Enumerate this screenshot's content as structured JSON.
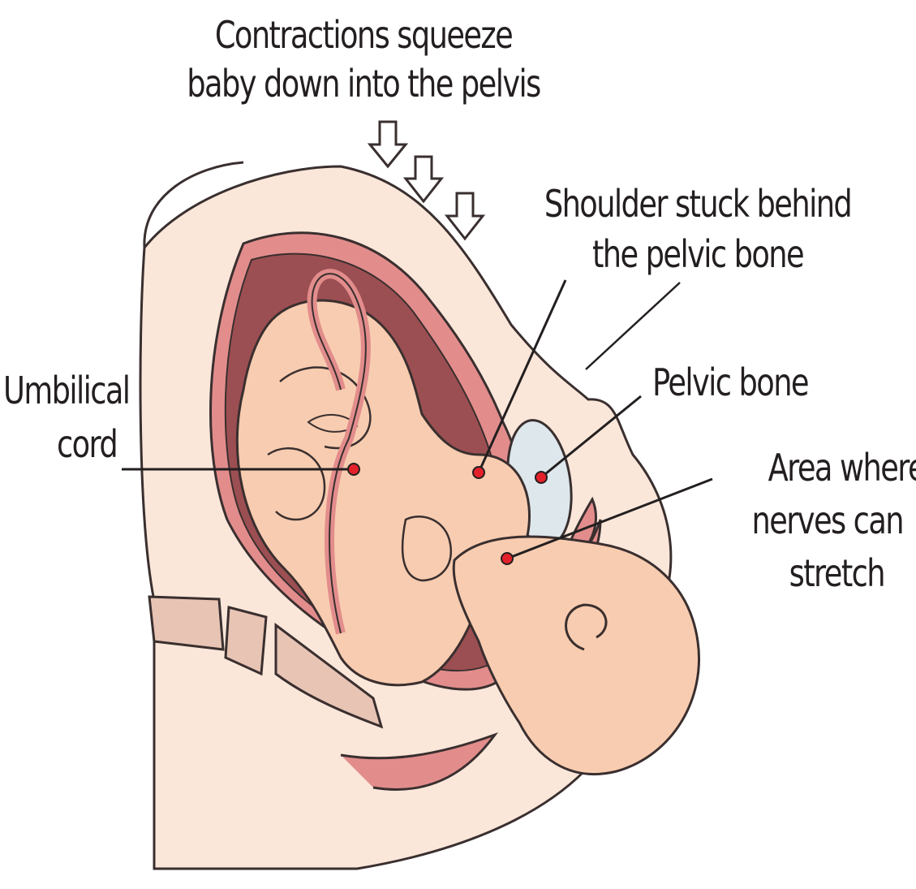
{
  "header": {
    "line1": "Contractions squeeze",
    "line2": "baby down into the pelvis"
  },
  "labels": {
    "shoulder": {
      "line1": "Shoulder stuck behind",
      "line2": "the pelvic bone"
    },
    "pelvic_bone": {
      "line1": "Pelvic bone"
    },
    "area": {
      "line1": "Area where",
      "line2": "nerves can",
      "line3": "stretch"
    },
    "umbilical": {
      "line1": "Umbilical",
      "line2": "cord"
    }
  },
  "colors": {
    "skin": "#f8ccb0",
    "mother_skin": "#fbe7da",
    "uterus_wall": "#e28d8c",
    "uterus_cavity": "#9c4f52",
    "bone": "#dde7ec",
    "marker": "#e4212a",
    "line": "#231f20"
  }
}
